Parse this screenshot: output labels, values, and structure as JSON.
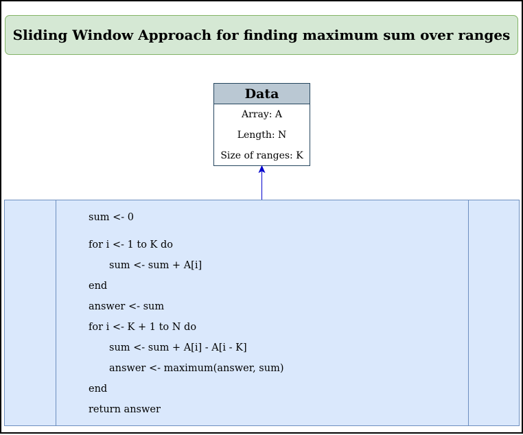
{
  "colors": {
    "title_fill": "#d5e8d4",
    "title_stroke": "#82b366",
    "data_header_fill": "#bac8d3",
    "data_stroke": "#23445d",
    "process_fill": "#dae8fc",
    "process_stroke": "#6c8ebf",
    "arrow_color": "#0000cc"
  },
  "title": "Sliding Window Approach for finding maximum sum over ranges",
  "data_box": {
    "header": "Data",
    "rows": [
      "Array: A",
      "Length: N",
      "Size of ranges: K"
    ]
  },
  "process": {
    "lines": [
      {
        "text": "sum <- 0",
        "indent": 0
      },
      {
        "text": "for i <- 1 to K do",
        "indent": 0
      },
      {
        "text": "sum <- sum + A[i]",
        "indent": 1
      },
      {
        "text": "end",
        "indent": 0
      },
      {
        "text": "answer <- sum",
        "indent": 0
      },
      {
        "text": "for i <- K + 1 to N do",
        "indent": 0
      },
      {
        "text": "sum <- sum + A[i] - A[i - K]",
        "indent": 1
      },
      {
        "text": "answer <- maximum(answer, sum)",
        "indent": 1
      },
      {
        "text": "end",
        "indent": 0
      },
      {
        "text": "return answer",
        "indent": 0
      }
    ]
  }
}
